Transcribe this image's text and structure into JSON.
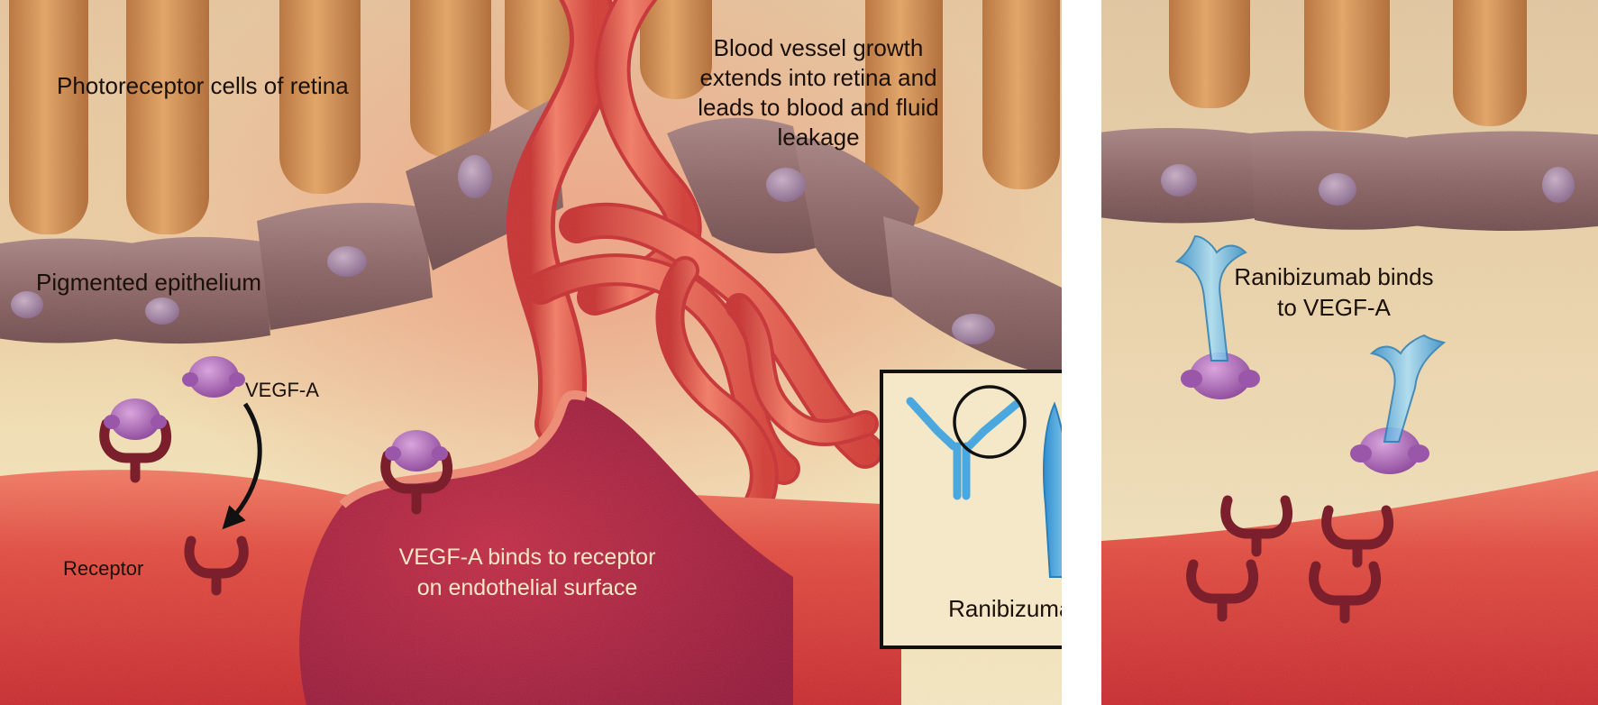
{
  "labels": {
    "photoreceptor": "Photoreceptor cells of retina",
    "pigmented_epithelium": "Pigmented epithelium",
    "vessel_growth": [
      "Blood vessel growth",
      "extends into retina and",
      "leads to blood and fluid",
      "leakage"
    ],
    "vegf_a": "VEGF-A",
    "receptor": "Receptor",
    "vegf_binds_receptor": [
      "VEGF-A binds to receptor",
      "on endothelial surface"
    ],
    "ranibizumab": "Ranibizumab",
    "ranibizumab_binds": [
      "Ranibizumab binds",
      "to VEGF-A"
    ]
  },
  "colors": {
    "tissue_bg": "#f1dcae",
    "photoreceptor": "#cf8a45",
    "epithelium": "#8e6668",
    "nucleus": "#a184a6",
    "vessel": "#e0483e",
    "vessel_dark": "#a51d3a",
    "vegf": "#a865b5",
    "receptor": "#7a1f2b",
    "antibody": "#5fb8e6",
    "inset_border": "#111111"
  }
}
